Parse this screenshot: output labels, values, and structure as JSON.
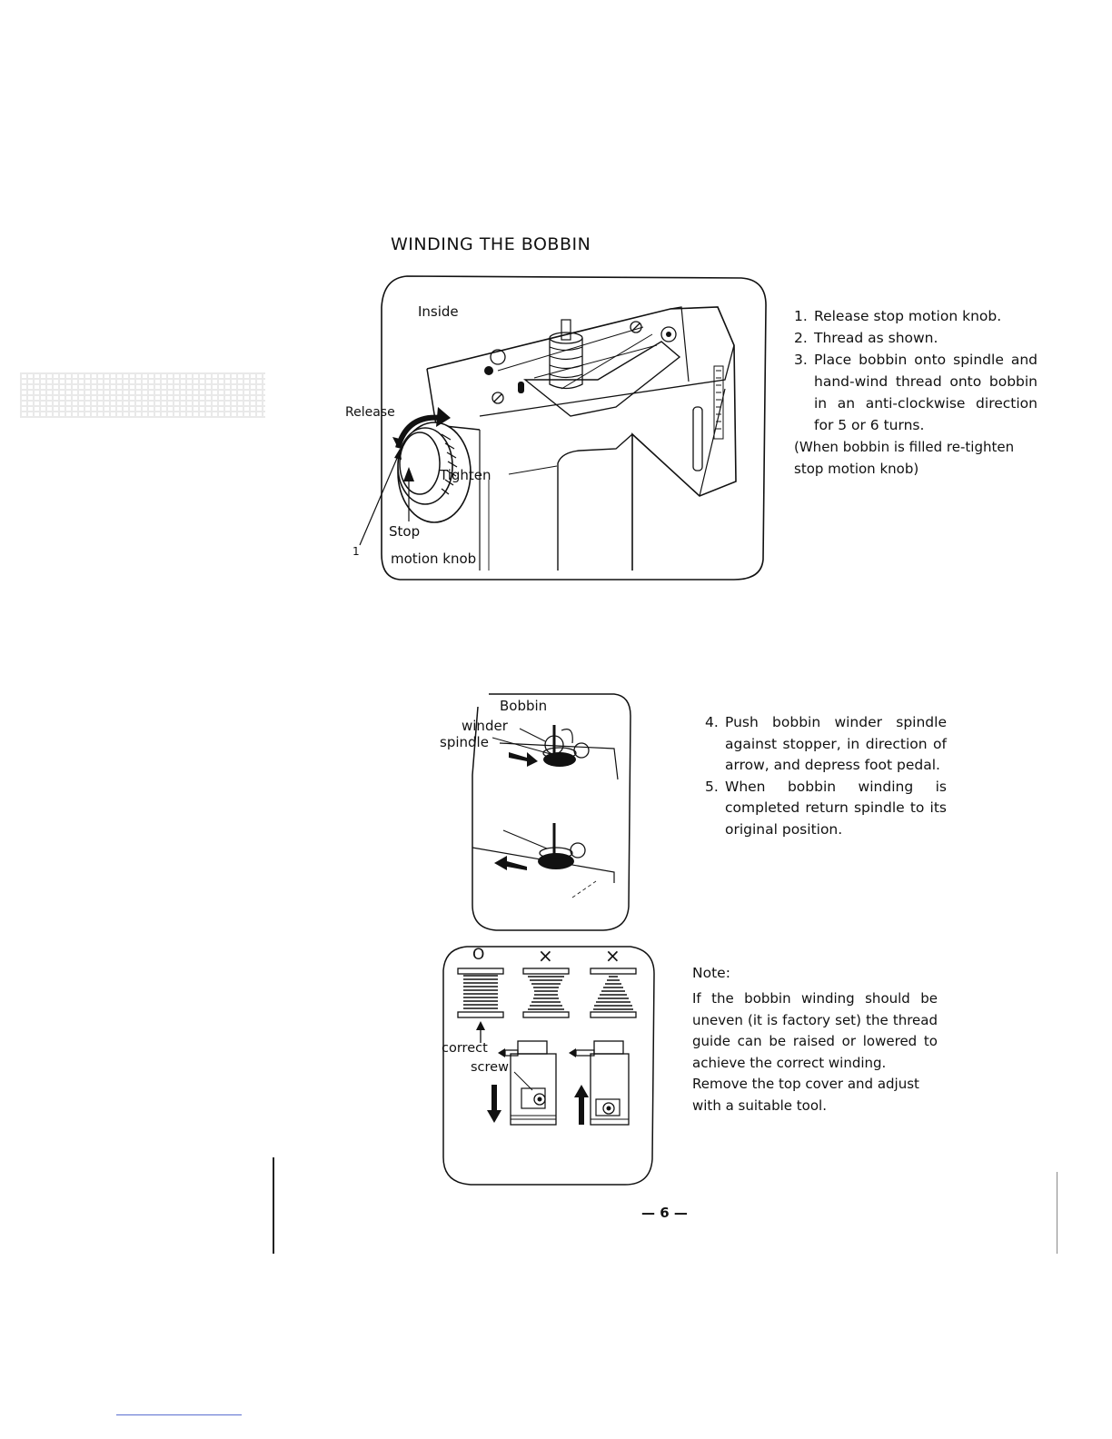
{
  "heading": "WINDING THE BOBBIN",
  "figure1": {
    "label_inside": "Inside",
    "label_release": "Release",
    "label_tighten": "Tighten",
    "label_stop": "Stop",
    "label_motion_knob": "motion knob",
    "label_callout": "1"
  },
  "steps_a": [
    {
      "num": "1.",
      "text": "Release stop motion knob."
    },
    {
      "num": "2.",
      "text": "Thread as shown."
    },
    {
      "num": "3.",
      "text": "Place bobbin onto spindle and hand-wind thread onto bobbin in an anti-clockwise direction for 5 or 6 turns."
    }
  ],
  "steps_a_note": "(When bobbin is filled re-tighten stop motion knob)",
  "figure2": {
    "label_bobbin": "Bobbin",
    "label_winder": "winder",
    "label_spindle": "spindle"
  },
  "steps_b": [
    {
      "num": "4.",
      "text": "Push bobbin winder spindle against stopper, in direction of arrow, and depress foot pedal."
    },
    {
      "num": "5.",
      "text": "When bobbin winding is completed return spindle to its original position."
    }
  ],
  "figure3": {
    "mark_good": "O",
    "mark_bad_1": "×",
    "mark_bad_2": "×",
    "label_correct": "correct",
    "label_screw": "screw"
  },
  "note": {
    "title": "Note:",
    "body": "If the bobbin winding should be uneven (it is factory set) the thread guide can be raised or lowered to achieve the correct winding.",
    "body2": "Remove the top cover and adjust with a suitable tool."
  },
  "page_number": "— 6 —"
}
